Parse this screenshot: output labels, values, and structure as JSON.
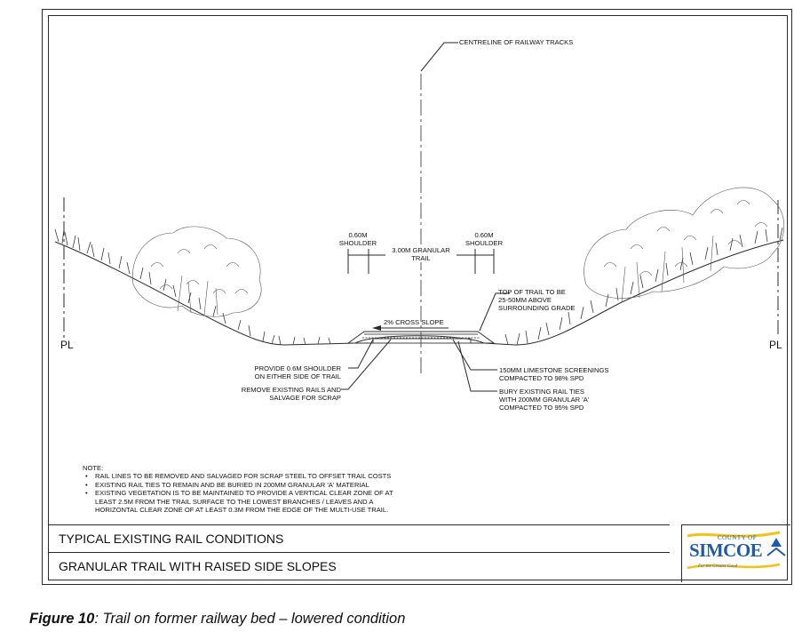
{
  "drawing": {
    "centreline": "CENTRELINE OF RAILWAY TRACKS",
    "shoulder_left_dim": "0.60m",
    "shoulder_left_label": "SHOULDER",
    "trail_dim_line1": "3.00m GRANULAR",
    "trail_dim_line2": "TRAIL",
    "shoulder_right_dim": "0.60m",
    "shoulder_right_label": "SHOULDER",
    "cross_slope": "2% CROSS SLOPE",
    "top_of_trail": [
      "TOP OF TRAIL TO BE",
      "25-50mm ABOVE",
      "SURROUNDING GRADE"
    ],
    "provide_shoulder": [
      "PROVIDE 0.6m SHOULDER",
      "ON EITHER SIDE OF TRAIL"
    ],
    "remove_rails": [
      "REMOVE EXISTING RAILS AND",
      "SALVAGE FOR SCRAP"
    ],
    "screenings": [
      "150mm LIMESTONE SCREENINGS",
      "COMPACTED TO 98% SPD"
    ],
    "bury_ties": [
      "BURY EXISTING RAIL TIES",
      "WITH 200mm GRANULAR 'A'",
      "COMPACTED TO 95% SPD"
    ],
    "property_line_left": "PL",
    "property_line_right": "PL"
  },
  "notes": {
    "heading": "NOTE:",
    "items": [
      "RAIL LINES TO BE REMOVED AND SALVAGED FOR SCRAP STEEL TO OFFSET TRAIL COSTS",
      "EXISTING RAIL TIES TO REMAIN AND BE BURIED IN 200mm GRANULAR 'A' MATERIAL",
      "EXISTING VEGETATION IS TO BE MAINTAINED TO PROVIDE A VERTICAL CLEAR ZONE OF AT",
      "LEAST 2.5m FROM THE TRAIL SURFACE TO THE LOWEST BRANCHES / LEAVES AND A",
      "HORIZONTAL CLEAR ZONE OF AT LEAST 0.3m FROM THE EDGE OF THE MULTI-USE TRAIL."
    ]
  },
  "title_block": {
    "row1": "TYPICAL EXISTING RAIL CONDITIONS",
    "row2": "GRANULAR TRAIL WITH RAISED SIDE SLOPES",
    "logo_county": "COUNTY OF",
    "logo_name": "SIMCOE",
    "logo_tagline": "For the Greater Good"
  },
  "caption": {
    "label": "Figure 10",
    "text": ": Trail on former railway bed – lowered condition"
  },
  "colors": {
    "line": "#2a2a2a",
    "brand_blue": "#1f5aa8",
    "brand_yellow": "#f2c21a"
  }
}
